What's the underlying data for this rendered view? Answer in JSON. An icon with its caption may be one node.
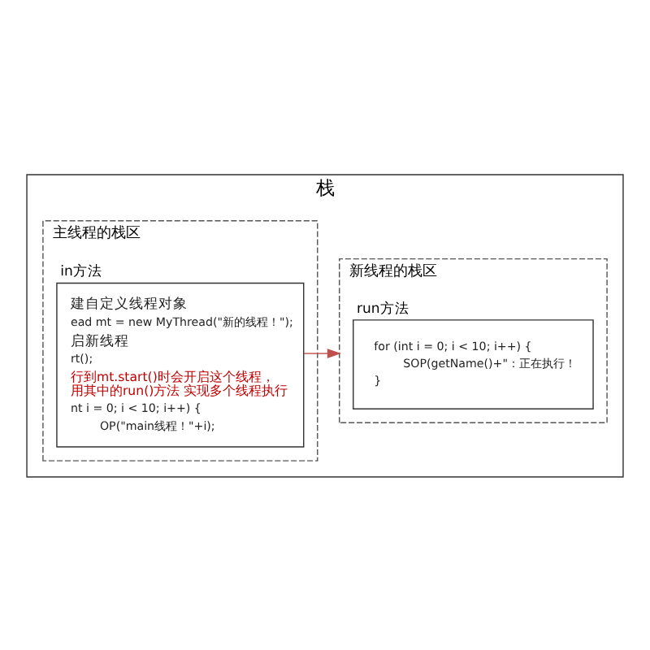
{
  "diagram": {
    "nodes": [
      {
        "text": [
          "栈"
        ]
      },
      {
        "text": [
          "主线程的栈区"
        ],
        "in": 0
      },
      {
        "text": [
          "新线程的栈区"
        ],
        "in": 0
      },
      {
        "text": [
          "in方法",
          "建自定义线程对象",
          "ead mt = new MyThread(\"新的线程！\");",
          "启新线程",
          "rt();",
          "行到mt.start()时会开启这个线程，用其中的run()方法 实现多个线程执行",
          "nt i = 0; i < 10; i++) {",
          "OP(\"main线程！\"+i);"
        ],
        "in": 1
      },
      {
        "text": [
          "run方法",
          "for (int i = 0; i < 10; i++) {",
          "SOP(getName()+\"：正在执行！",
          "}"
        ],
        "in": 2
      }
    ],
    "edges": [
      {
        "from": 3,
        "to": 2,
        "arrow": "to",
        "color": "#c0504d"
      }
    ]
  }
}
